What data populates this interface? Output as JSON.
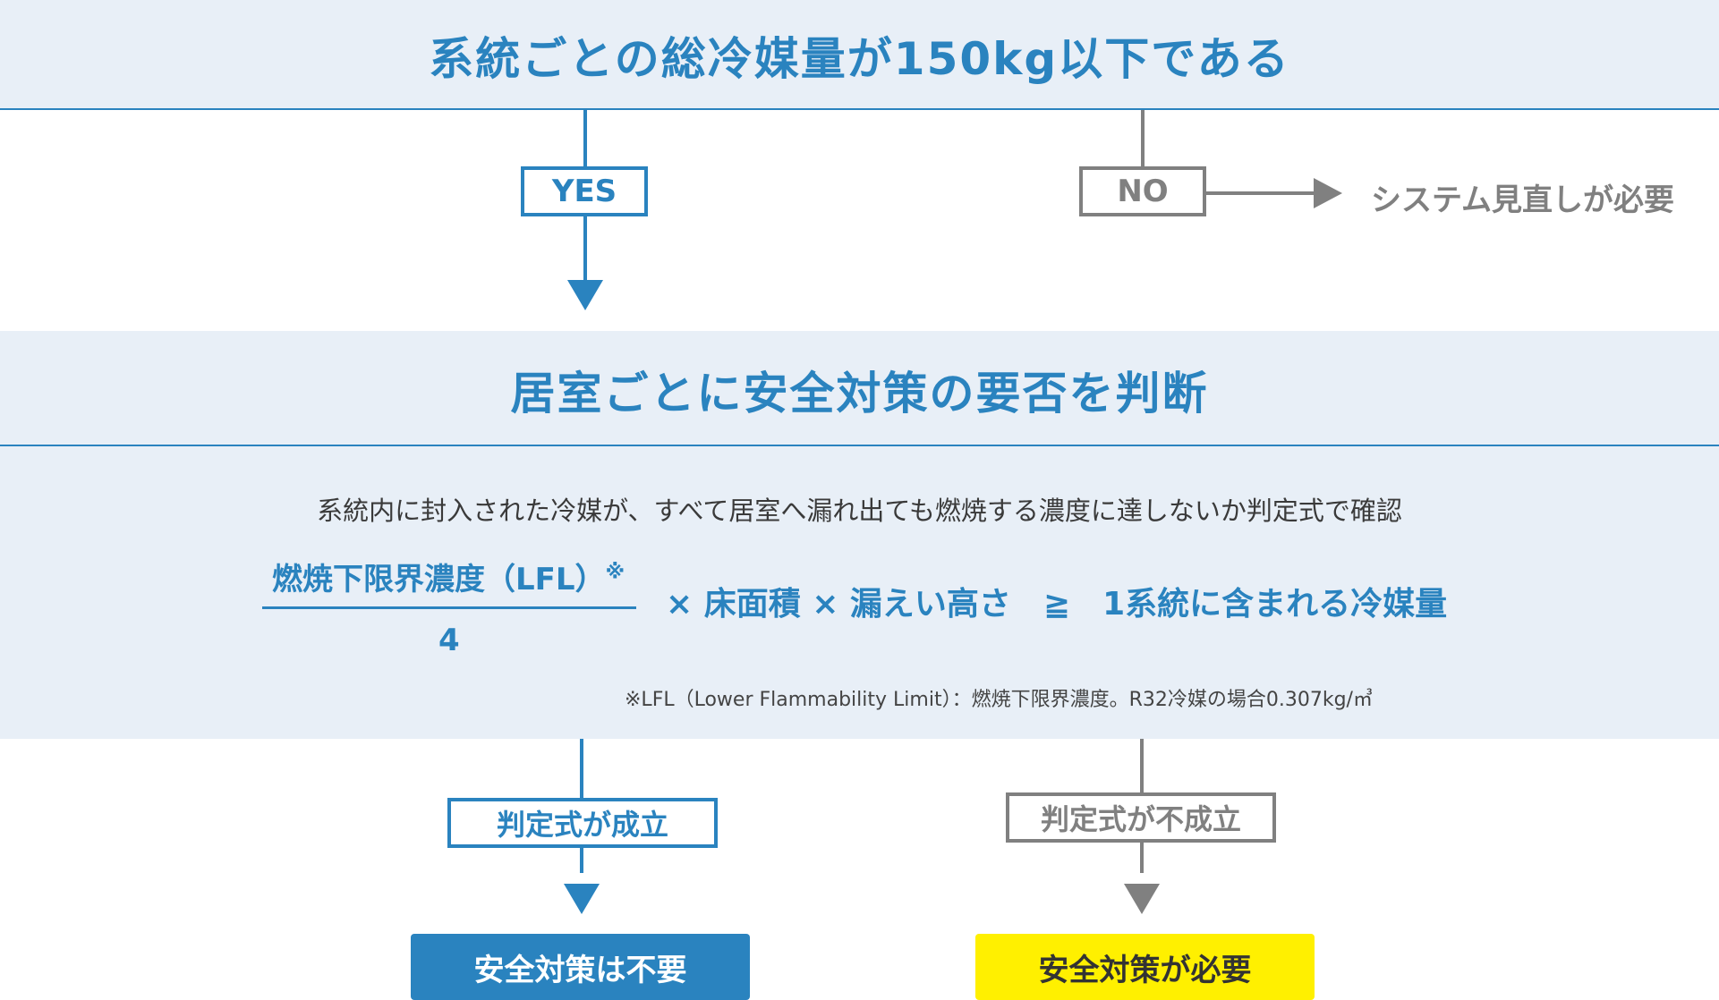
{
  "top": {
    "title": "系統ごとの総冷媒量が150kg以下である"
  },
  "branch1": {
    "yes_label": "YES",
    "no_label": "NO",
    "no_result": "システム見直しが必要"
  },
  "middle": {
    "title": "居室ごとに安全対策の要否を判断",
    "description": "系統内に封入された冷媒が、すべて居室へ漏れ出ても燃焼する濃度に達しないか判定式で確認",
    "formula": {
      "numerator": "燃焼下限界濃度（LFL）",
      "numerator_mark": "※",
      "denominator": "4",
      "rest": "× 床面積 × 漏えい高さ　≧　1系統に含まれる冷媒量"
    },
    "note": "※LFL（Lower Flammability Limit）：燃焼下限界濃度。R32冷媒の場合0.307kg/㎥"
  },
  "branch2": {
    "pass_label": "判定式が成立",
    "fail_label": "判定式が不成立",
    "pass_result": "安全対策は不要",
    "fail_result": "安全対策が必要"
  },
  "colors": {
    "accent": "#2a83bf",
    "neutral": "#808080",
    "band": "#e8eff7",
    "warning": "#fff000"
  }
}
